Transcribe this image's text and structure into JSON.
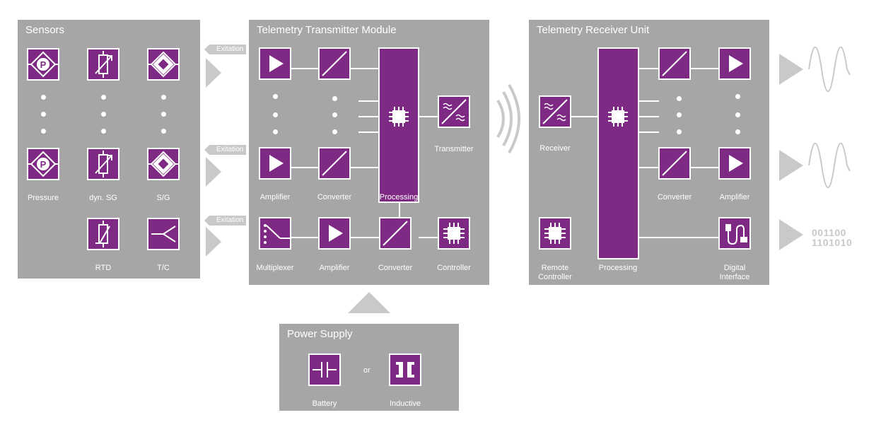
{
  "sensors": {
    "title": "Sensors",
    "labels": {
      "pressure": "Pressure",
      "dyn_sg": "dyn. SG",
      "sg": "S/G",
      "rtd": "RTD",
      "tc": "T/C"
    },
    "excitation": [
      "Exitation",
      "Exitation",
      "Exitation"
    ]
  },
  "transmitter": {
    "title": "Telemetry Transmitter Module",
    "labels": {
      "amplifier": "Amplifier",
      "converter": "Converter",
      "processing": "Processing",
      "transmitter": "Transmitter",
      "multiplexer": "Multiplexer",
      "amplifier2": "Amplifier",
      "converter2": "Converter",
      "controller": "Controller"
    }
  },
  "receiver": {
    "title": "Telemetry Receiver Unit",
    "labels": {
      "receiver": "Receiver",
      "converter": "Converter",
      "amplifier": "Amplifier",
      "remote_controller_1": "Remote",
      "remote_controller_2": "Controller",
      "processing": "Processing",
      "digital_interface_1": "Digital",
      "digital_interface_2": "Interface"
    }
  },
  "outputs": {
    "binary_1": "001100",
    "binary_2": "1101010"
  },
  "power": {
    "title": "Power Supply",
    "labels": {
      "battery": "Battery",
      "or": "or",
      "inductive": "Inductive"
    }
  },
  "colors": {
    "panel": "#a6a6a6",
    "accent": "#7e2a85",
    "light": "#c9c9c9"
  }
}
